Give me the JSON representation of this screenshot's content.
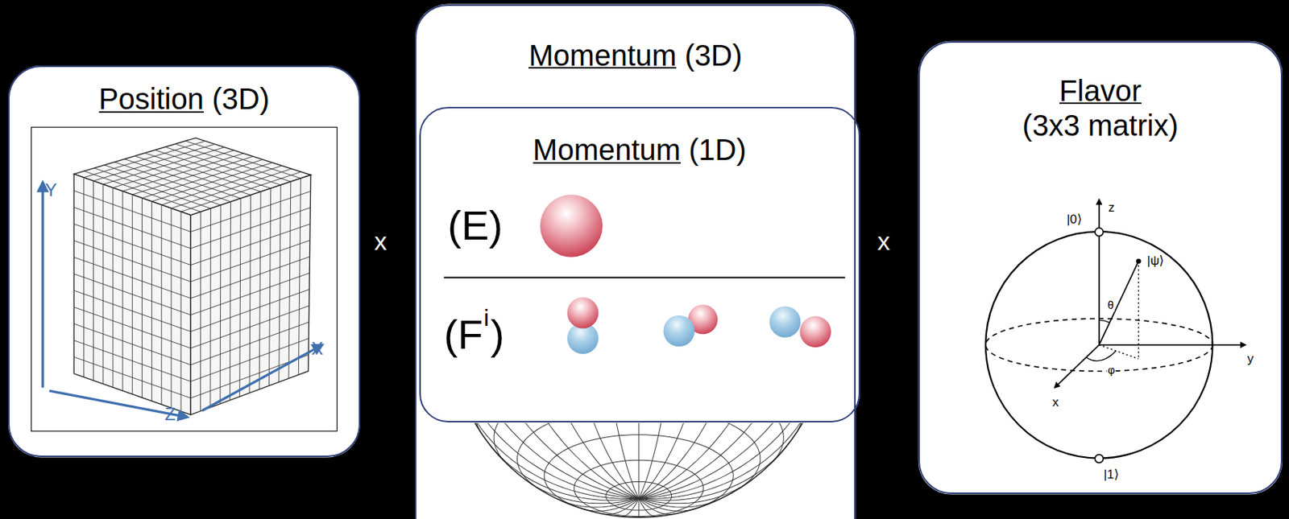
{
  "diagram": {
    "nodes": [
      {
        "text": [
          "Position (3D)"
        ]
      },
      {
        "text": [
          "Momentum (3D)"
        ]
      },
      {
        "text": [
          "Momentum (1D)"
        ],
        "in": 1
      },
      {
        "text": [
          "Flavor",
          "(3x3 matrix)"
        ]
      }
    ],
    "labels": [
      "x",
      "x",
      "Y",
      "X",
      "Z",
      "(E)",
      "(F",
      "i",
      ")",
      "z",
      "|0⟩",
      "|ψ⟩",
      "θ",
      "φ",
      "y",
      "x",
      "|1⟩"
    ]
  }
}
